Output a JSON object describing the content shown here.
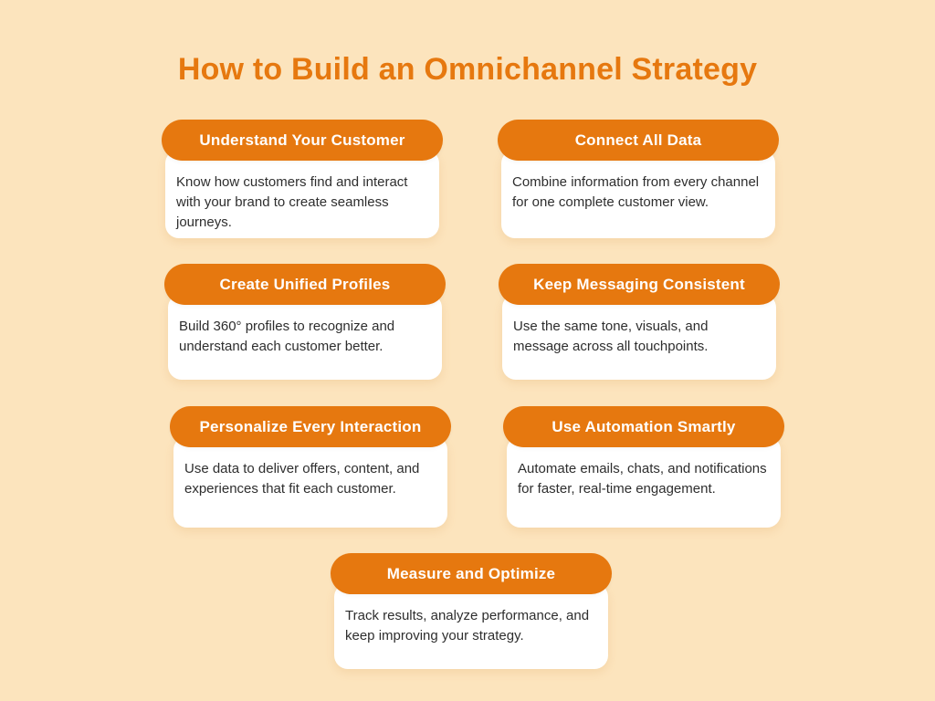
{
  "title": "How to Build an Omnichannel Strategy",
  "colors": {
    "background": "#FCE4BD",
    "accent": "#E6780F",
    "card": "#FFFFFF",
    "body_text": "#2E2E2E"
  },
  "cards": [
    {
      "title": "Understand Your Customer",
      "body": "Know how customers find and interact with your brand to create seamless journeys."
    },
    {
      "title": "Connect All Data",
      "body": "Combine information from every channel for one complete customer view."
    },
    {
      "title": "Create Unified Profiles",
      "body": "Build 360° profiles to recognize and understand each customer better."
    },
    {
      "title": "Keep Messaging Consistent",
      "body": "Use the same tone, visuals, and message across all touchpoints."
    },
    {
      "title": "Personalize Every Interaction",
      "body": "Use data to deliver offers, content, and experiences that fit each customer."
    },
    {
      "title": "Use Automation Smartly",
      "body": "Automate emails, chats, and notifications for faster, real-time engagement."
    },
    {
      "title": "Measure and Optimize",
      "body": "Track results, analyze performance, and keep improving your strategy."
    }
  ]
}
